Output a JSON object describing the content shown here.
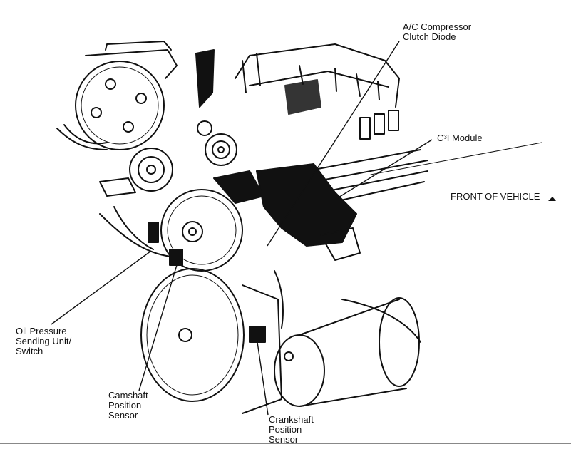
{
  "labels": {
    "ac_diode": "A/C Compressor\nClutch Diode",
    "c3i_module": "C³I Module",
    "front_of_vehicle": "FRONT OF VEHICLE",
    "oil_pressure": "Oil Pressure\nSending Unit/\nSwitch",
    "camshaft": "Camshaft\nPosition\nSensor",
    "crankshaft": "Crankshaft\nPosition\nSensor"
  },
  "colors": {
    "ink": "#111111",
    "background": "#ffffff"
  },
  "icons": {
    "front_marker": "arrow-icon"
  }
}
